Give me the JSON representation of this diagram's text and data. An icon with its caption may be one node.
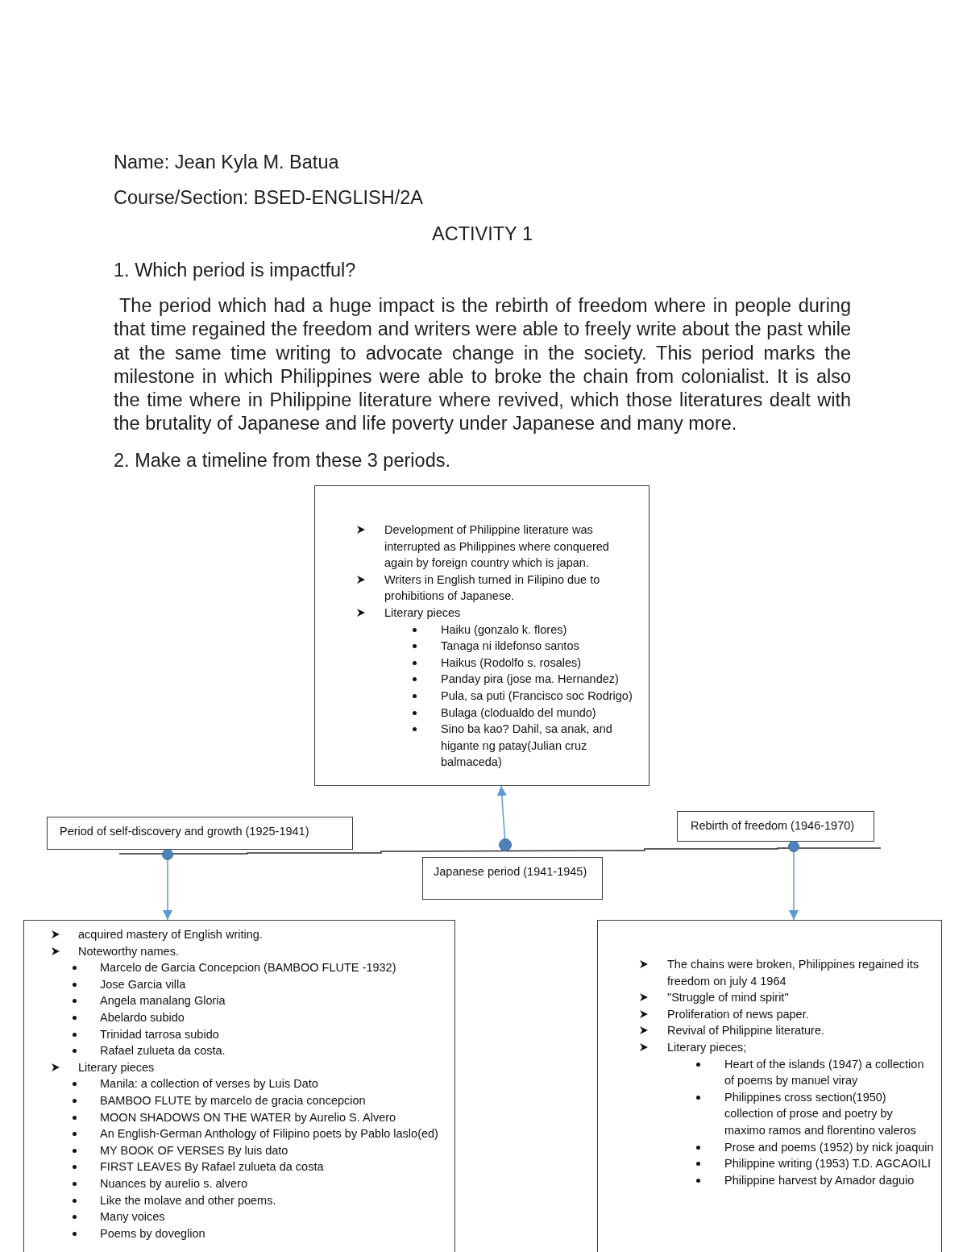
{
  "diagram": {
    "title": "ACTIVITY 1",
    "nodes": [
      {
        "text": [
          "Development of Philippine literature was interrupted as Philippines where conquered again by foreign country which is japan.",
          "Writers in English turned in Filipino due to prohibitions of Japanese.",
          "Literary pieces",
          "Haiku (gonzalo k. flores)",
          "Tanaga ni ildefonso santos",
          "Haikus (Rodolfo s. rosales)",
          "Panday pira (jose ma. Hernandez)",
          "Pula, sa puti (Francisco soc Rodrigo)",
          "Bulaga (clodualdo del mundo)",
          "Sino ba kao? Dahil, sa anak, and higante ng patay(Julian cruz balmaceda)"
        ]
      },
      {
        "text": [
          "Period of self-discovery and growth (1925-1941)"
        ]
      },
      {
        "text": [
          "Japanese period (1941-1945)"
        ]
      },
      {
        "text": [
          "Rebirth of freedom (1946-1970)"
        ]
      },
      {
        "text": [],
        "shape": "circle"
      },
      {
        "text": [],
        "shape": "circle"
      },
      {
        "text": [],
        "shape": "circle"
      },
      {
        "text": [
          "acquired mastery of English writing.",
          "Noteworthy names.",
          "Marcelo de Garcia Concepcion (BAMBOO FLUTE -1932)",
          "Jose Garcia villa",
          "Angela manalang Gloria",
          "Abelardo subido",
          "Trinidad tarrosa subido",
          "Rafael zulueta da costa.",
          "Literary pieces",
          "Manila: a collection of verses by Luis Dato",
          "BAMBOO FLUTE by marcelo de gracia concepcion",
          "MOON SHADOWS ON THE WATER by Aurelio S. Alvero",
          "An English-German Anthology of Filipino poets by Pablo laslo(ed)",
          "MY BOOK OF VERSES By luis dato",
          "FIRST LEAVES By Rafael zulueta da costa",
          "Nuances by aurelio s. alvero",
          "Like the molave and other poems.",
          "Many voices",
          "Poems by doveglion"
        ]
      },
      {
        "text": [
          "The chains were broken, Philippines regained its freedom on july 4 1964",
          "\"Struggle of mind spirit\"",
          "Proliferation of news paper.",
          "Revival of Philippine literature.",
          "Literary pieces;",
          "Heart of the islands (1947) a collection of poems by manuel viray",
          "Philippines cross section(1950) collection of prose and poetry by maximo ramos and florentino valeros",
          "Prose and poems (1952) by nick joaquin",
          "Philippine writing (1953) T.D. AGCAOILI",
          "Philippine harvest by Amador daguio"
        ]
      }
    ],
    "edges": [
      {
        "from": 4,
        "to": 7,
        "arrow": "to"
      },
      {
        "from": 5,
        "to": 0,
        "arrow": "to"
      },
      {
        "from": 6,
        "to": 8,
        "arrow": "to"
      }
    ],
    "labels": [
      "Name: Jean Kyla M. Batua",
      "Course/Section: BSED-ENGLISH/2A",
      "1. Which period is impactful?",
      "The period which had a huge impact is the rebirth of freedom where in people during that time regained the freedom and writers were able to freely write about the past while at the same time writing to advocate change in the society. This period marks the milestone in which Philippines were able to broke the chain from colonialist. It is also the time where in Philippine literature where revived, which those literatures dealt with the brutality of Japanese and life poverty under Japanese and many more.",
      "2. Make a timeline from these 3 periods."
    ]
  }
}
